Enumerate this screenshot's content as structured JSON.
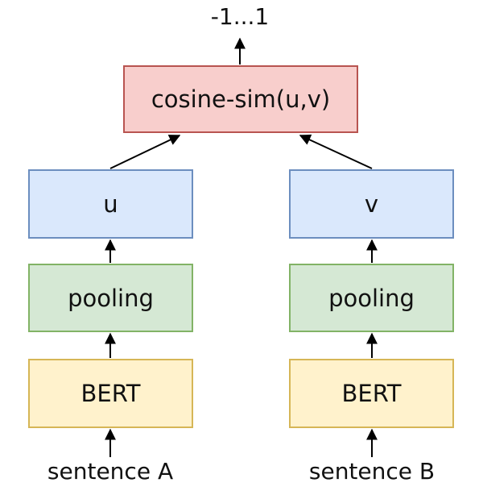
{
  "output_label": "-1...1",
  "similarity_label": "cosine-sim(u,v)",
  "branch_a": {
    "embedding_label": "u",
    "pooling_label": "pooling",
    "encoder_label": "BERT",
    "input_label": "sentence A"
  },
  "branch_b": {
    "embedding_label": "v",
    "pooling_label": "pooling",
    "encoder_label": "BERT",
    "input_label": "sentence B"
  },
  "colors": {
    "similarity_fill": "#f8cecc",
    "similarity_stroke": "#b85450",
    "embedding_fill": "#dae8fc",
    "embedding_stroke": "#6c8ebf",
    "pooling_fill": "#d5e8d4",
    "pooling_stroke": "#82b366",
    "encoder_fill": "#fff2cc",
    "encoder_stroke": "#d6b656"
  }
}
